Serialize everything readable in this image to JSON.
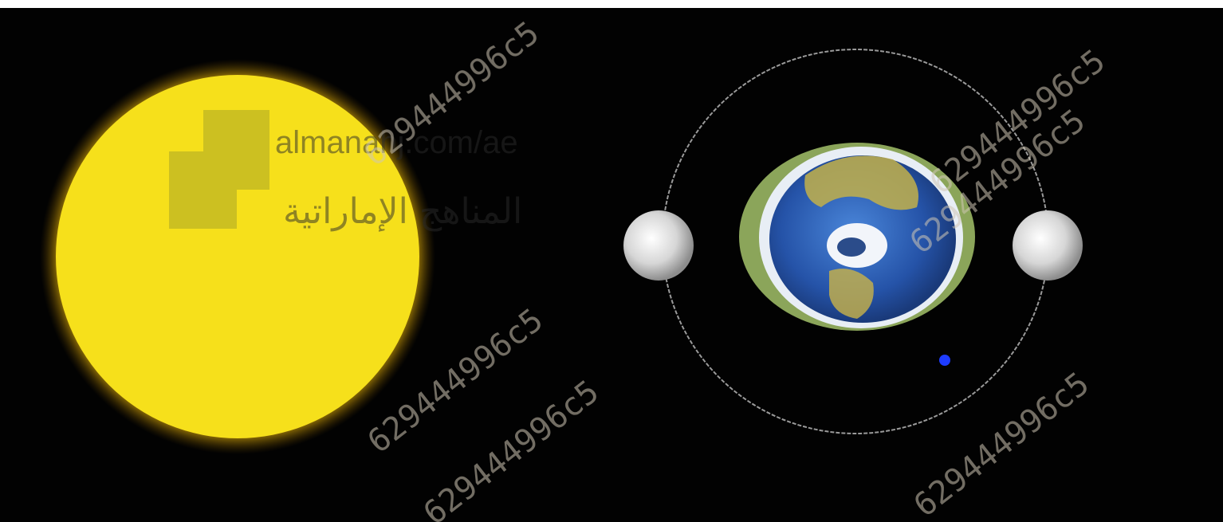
{
  "image": {
    "description_colors": {
      "background": "#020202",
      "sun": "#f7e21a",
      "sun_glow": "#e0a800",
      "earth_ocean": "#2a5fb8",
      "earth_land": "#c9b348",
      "moon": "#d9d9d9",
      "orbit": "#9a9a9a",
      "marker": "#1e3cff"
    }
  },
  "watermark": {
    "site_text": "almanahj.com/ae",
    "arabic_text": "المناهج الإماراتية",
    "code_text": "629444996c5"
  }
}
